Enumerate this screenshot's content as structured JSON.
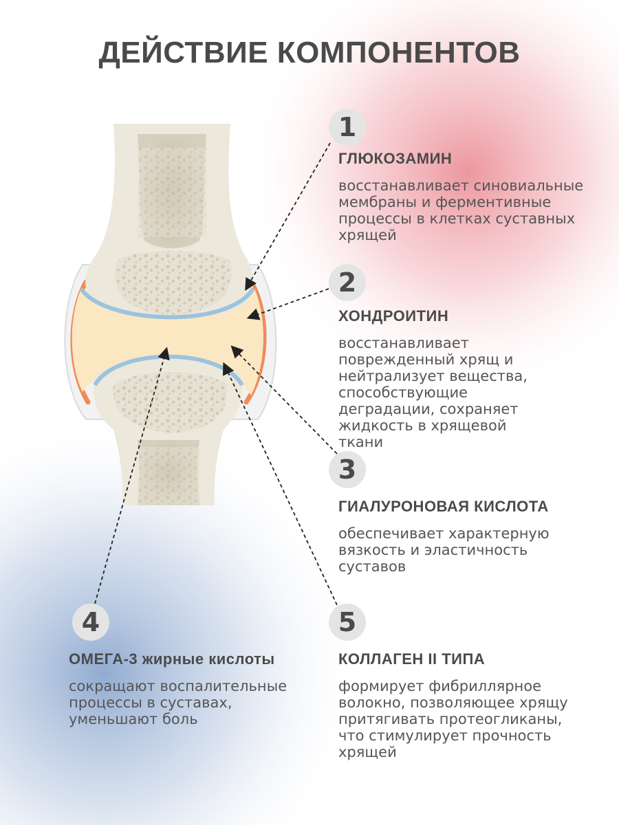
{
  "title": "ДЕЙСТВИЕ КОМПОНЕНТОВ",
  "colors": {
    "text": "#4a4a4a",
    "badge": "#e4e4e4",
    "red_glow": "#e9848e",
    "blue_glow": "#7d9cc8",
    "cartilage": "#fbe7c2",
    "bone": "#ece8dc",
    "membrane": "#f08a5a"
  },
  "items": [
    {
      "number": "1",
      "name": "ГЛЮКОЗАМИН",
      "description": "восстанавливает синовиальные мембраны и ферментивные процессы в клетках суставных хрящей"
    },
    {
      "number": "2",
      "name": "ХОНДРОИТИН",
      "description": "восстанавливает поврежденный хрящ и нейтрализует вещества, способствующие деградации, сохраняет жидкость в хрящевой ткани"
    },
    {
      "number": "3",
      "name": "ГИАЛУРОНОВАЯ КИСЛОТА",
      "description": "обеспечивает характерную вязкость и эластичность суставов"
    },
    {
      "number": "4",
      "name": "ОМЕГА-3 жирные кислоты",
      "description": "сокращают воспалительные процессы в суставах, уменьшают боль"
    },
    {
      "number": "5",
      "name": "КОЛЛАГЕН II ТИПА",
      "description": "формирует фибриллярное волокно, позволяющее хрящу притягивать протеогликаны, что стимулирует прочность хрящей"
    }
  ]
}
